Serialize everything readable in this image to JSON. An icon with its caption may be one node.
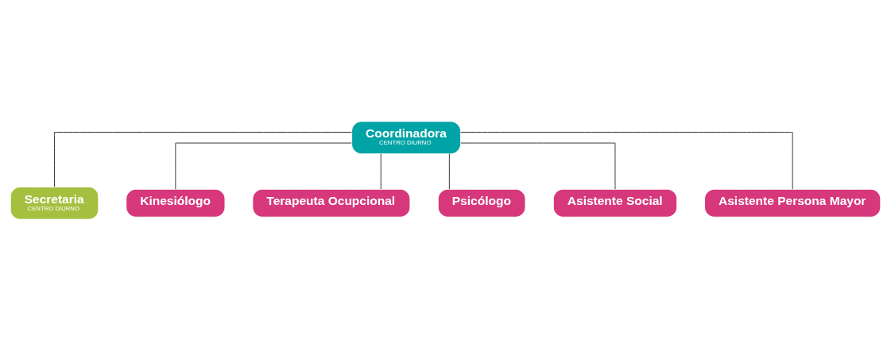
{
  "diagram": {
    "nodes": [
      {
        "text": [
          "Coordinadora",
          "CENTRO DIURNO"
        ]
      },
      {
        "text": [
          "Secretaria",
          "CENTRO DIURNO"
        ]
      },
      {
        "text": [
          "Kinesiólogo"
        ]
      },
      {
        "text": [
          "Terapeuta Ocupcional"
        ]
      },
      {
        "text": [
          "Psicólogo"
        ]
      },
      {
        "text": [
          "Asistente Social"
        ]
      },
      {
        "text": [
          "Asistente Persona Mayor"
        ]
      }
    ],
    "edges": [
      {
        "from": 0,
        "to": 1,
        "arrow": "none"
      },
      {
        "from": 0,
        "to": 2,
        "arrow": "none"
      },
      {
        "from": 0,
        "to": 3,
        "arrow": "none"
      },
      {
        "from": 0,
        "to": 4,
        "arrow": "none"
      },
      {
        "from": 0,
        "to": 5,
        "arrow": "none"
      },
      {
        "from": 0,
        "to": 6,
        "arrow": "none"
      }
    ]
  }
}
